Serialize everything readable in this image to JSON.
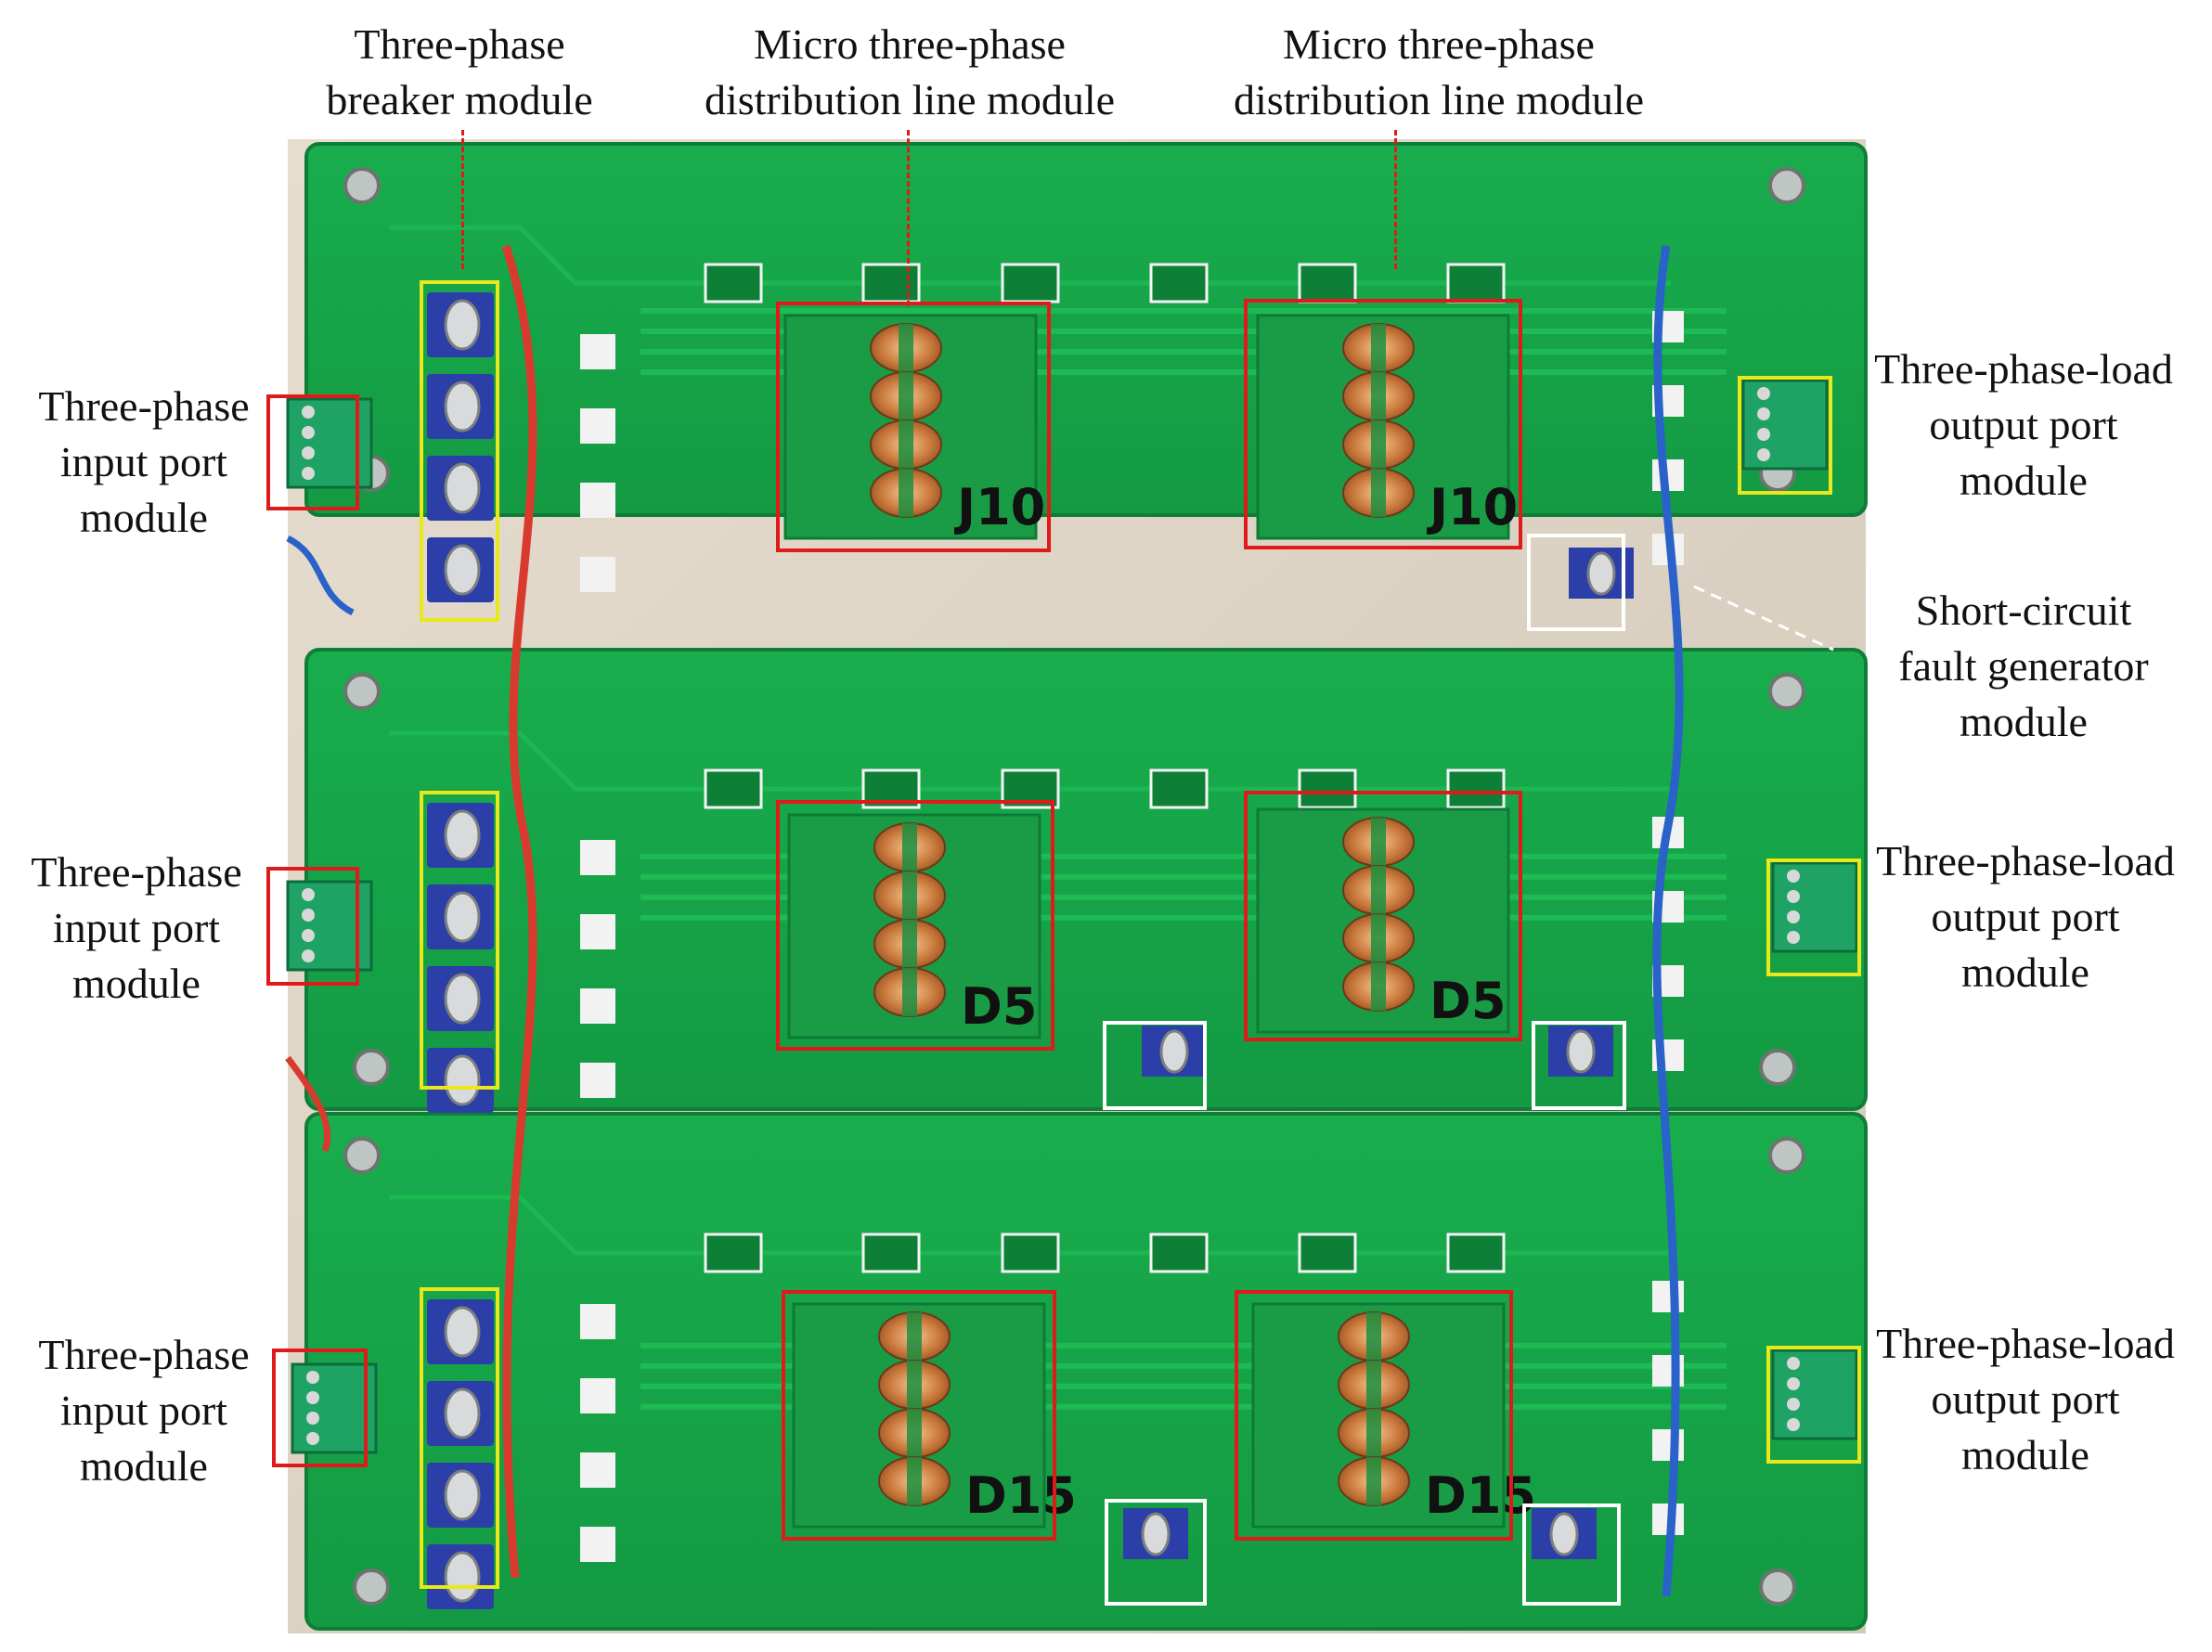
{
  "colors": {
    "pcb_green": "#17a64a",
    "pcb_trace": "#1fbd55",
    "marker_red": "#e01a1a",
    "marker_yellow": "#e8e81a",
    "marker_white": "#ffffff"
  },
  "labels": {
    "breaker": [
      "Three-phase",
      "breaker module"
    ],
    "line_module_1": [
      "Micro three-phase",
      "distribution line module"
    ],
    "line_module_2": [
      "Micro three-phase",
      "distribution line module"
    ],
    "input_port": [
      "Three-phase",
      "input port",
      "module"
    ],
    "input_port_mid": [
      "Three-phase",
      "input port",
      "module"
    ],
    "input_port_bottom": [
      "Three-phase",
      "input port",
      "module"
    ],
    "load_port": [
      "Three-phase-load",
      "output port",
      "module"
    ],
    "load_port_mid": [
      "Three-phase-load",
      "output port",
      "module"
    ],
    "load_port_bottom": [
      "Three-phase-load",
      "output port",
      "module"
    ],
    "fault": [
      "Short-circuit",
      "fault generator",
      "module"
    ]
  },
  "board_marks": [
    "J10",
    "J10",
    "D5",
    "D5",
    "D15",
    "D15"
  ]
}
